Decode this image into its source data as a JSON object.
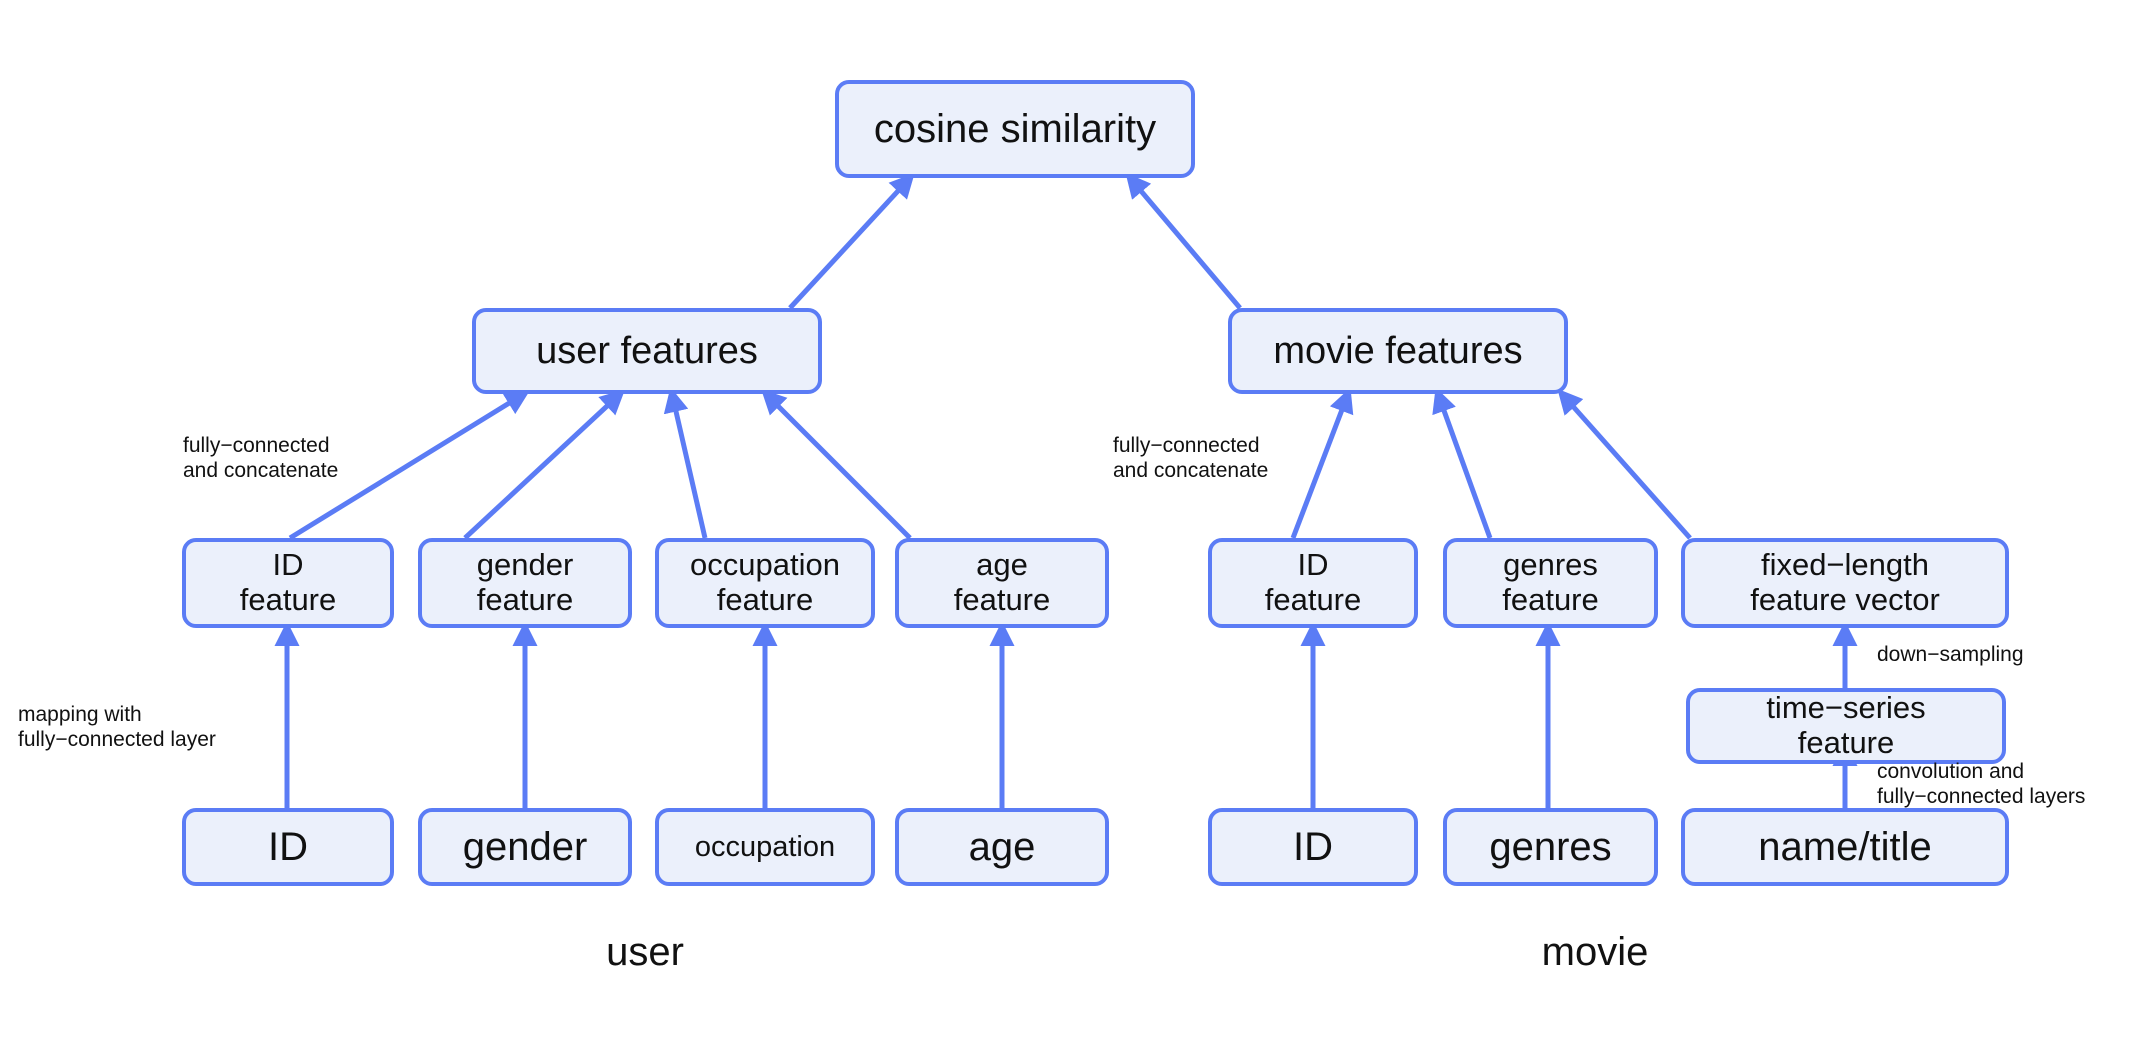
{
  "diagram": {
    "title_node": {
      "label": "cosine similarity"
    },
    "branches": [
      {
        "name": "user",
        "group_label": "user",
        "aggregate_node": {
          "label": "user features"
        },
        "aggregate_annotation": "fully−connected\nand concatenate",
        "mapping_annotation": "mapping with\nfully−connected layer",
        "features": [
          {
            "label": "ID\nfeature",
            "input": "ID"
          },
          {
            "label": "gender\nfeature",
            "input": "gender"
          },
          {
            "label": "occupation\nfeature",
            "input": "occupation"
          },
          {
            "label": "age\nfeature",
            "input": "age"
          }
        ]
      },
      {
        "name": "movie",
        "group_label": "movie",
        "aggregate_node": {
          "label": "movie features"
        },
        "aggregate_annotation": "fully−connected\nand concatenate",
        "features": [
          {
            "label": "ID\nfeature",
            "input": "ID"
          },
          {
            "label": "genres\nfeature",
            "input": "genres"
          },
          {
            "label": "fixed−length\nfeature vector",
            "input": "name/title"
          }
        ],
        "intermediate_node": {
          "label": "time−series\nfeature"
        },
        "down_sampling_annotation": "down−sampling",
        "convolution_annotation": "convolution and\nfully−connected layers"
      }
    ],
    "colors": {
      "node_fill": "#ebf0fb",
      "node_border": "#5b7cf5",
      "edge": "#5b7cf5",
      "text": "#111111",
      "background": "#ffffff"
    }
  }
}
